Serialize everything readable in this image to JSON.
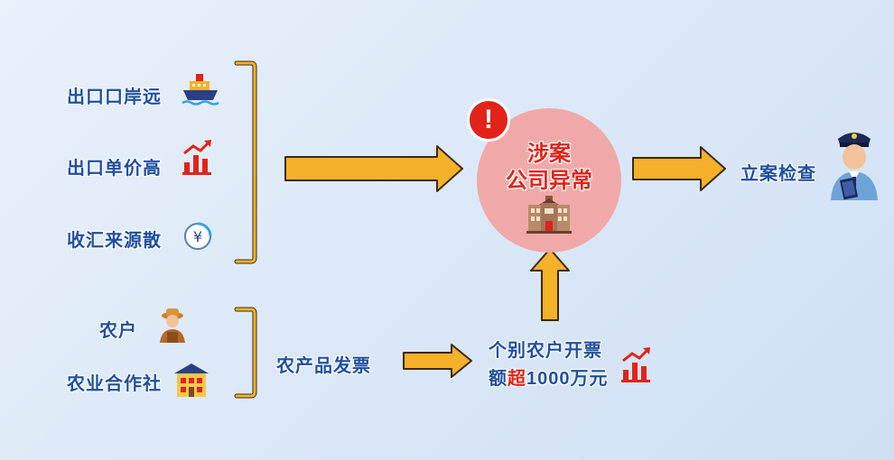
{
  "factors": {
    "f1": "出口口岸远",
    "f2": "出口单价高",
    "f3": "收汇来源散"
  },
  "sources": {
    "s1": "农户",
    "s2": "农业合作社"
  },
  "process": {
    "invoice": "农产品发票",
    "result_line1": "个别农户开票",
    "result_line2_a": "额",
    "result_line2_b": "超",
    "result_line2_c": "1000万元"
  },
  "center": {
    "line1": "涉案",
    "line2": "公司异常",
    "alert_symbol": "!"
  },
  "outcome": {
    "label": "立案检查"
  },
  "colors": {
    "arrow": "#f6b12b",
    "text_blue": "#1f4fa0",
    "alert_red": "#e2231a",
    "circle": "#f0a9a8"
  },
  "icons": [
    "ship-icon",
    "rising-chart-icon",
    "yuan-coin-icon",
    "farmer-icon",
    "cooperative-building-icon",
    "company-building-icon",
    "inspector-icon"
  ]
}
